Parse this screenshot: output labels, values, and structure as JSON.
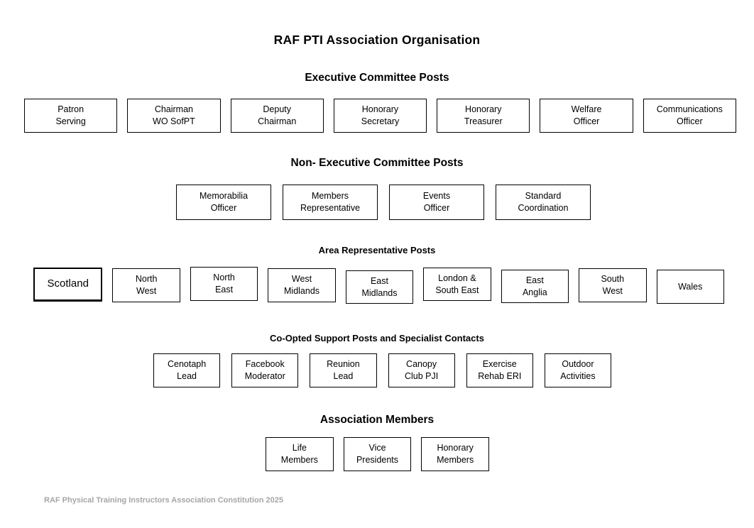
{
  "page": {
    "title": "RAF PTI Association Organisation",
    "footer": "RAF Physical Training Instructors Association Constitution 2025"
  },
  "colors": {
    "box_border": "#000000",
    "text": "#000000",
    "footer_text": "#a6a6a6",
    "background": "#ffffff"
  },
  "sections": [
    {
      "heading": "Executive Committee Posts",
      "boxes": [
        "Patron\nServing",
        "Chairman\nWO SofPT",
        "Deputy\nChairman",
        "Honorary\nSecretary",
        "Honorary\nTreasurer",
        "Welfare\nOfficer",
        "Communications\nOfficer"
      ]
    },
    {
      "heading": "Non- Executive Committee Posts",
      "boxes": [
        "Memorabilia\nOfficer",
        "Members\nRepresentative",
        "Events\nOfficer",
        "Standard\nCoordination"
      ]
    },
    {
      "heading": "Area Representative Posts",
      "boxes": [
        "Scotland",
        "North\nWest",
        "North\nEast",
        "West\nMidlands",
        "East\nMidlands",
        "London &\nSouth East",
        "East\nAnglia",
        "South\nWest",
        "Wales"
      ]
    },
    {
      "heading": "Co-Opted Support Posts and Specialist Contacts",
      "boxes": [
        "Cenotaph\nLead",
        "Facebook\nModerator",
        "Reunion\nLead",
        "Canopy\nClub PJI",
        "Exercise\nRehab ERI",
        "Outdoor\nActivities"
      ]
    },
    {
      "heading": "Association Members",
      "boxes": [
        "Life\nMembers",
        "Vice\nPresidents",
        "Honorary\nMembers"
      ]
    }
  ]
}
